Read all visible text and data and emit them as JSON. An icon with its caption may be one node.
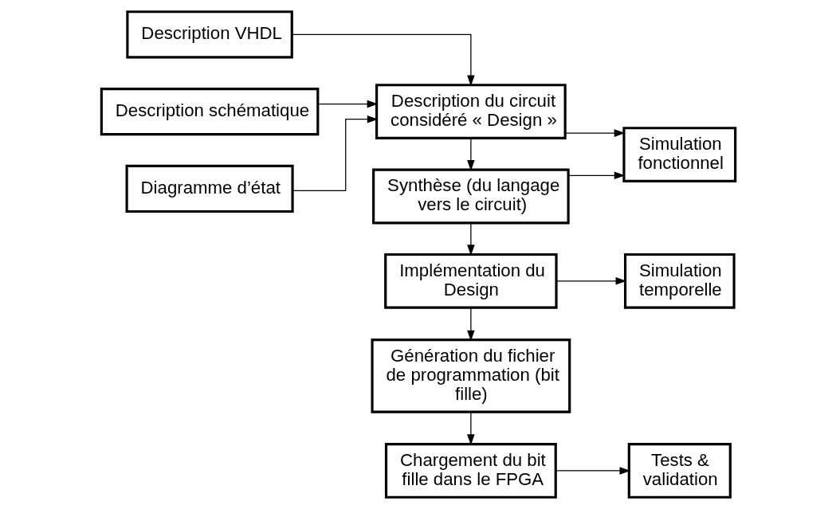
{
  "diagram": {
    "nodes": [
      {
        "text": [
          "Description VHDL"
        ]
      },
      {
        "text": [
          "Description schématique"
        ]
      },
      {
        "text": [
          "Diagramme d’état"
        ]
      },
      {
        "text": [
          "Description du circuit considéré « Design »"
        ]
      },
      {
        "text": [
          "Simulation fonctionnel"
        ]
      },
      {
        "text": [
          "Synthèse (du langage vers le circuit)"
        ]
      },
      {
        "text": [
          "Implémentation du Design"
        ]
      },
      {
        "text": [
          "Simulation temporelle"
        ]
      },
      {
        "text": [
          "Génération du fichier de programmation (bit fille)"
        ]
      },
      {
        "text": [
          "Chargement du bit fille dans le FPGA"
        ]
      },
      {
        "text": [
          "Tests & validation"
        ]
      }
    ],
    "edges": [
      {
        "from": 0,
        "to": 3,
        "arrow": "to"
      },
      {
        "from": 1,
        "to": 3,
        "arrow": "to"
      },
      {
        "from": 2,
        "to": 3,
        "arrow": "to"
      },
      {
        "from": 3,
        "to": 4,
        "arrow": "to"
      },
      {
        "from": 3,
        "to": 5,
        "arrow": "to"
      },
      {
        "from": 5,
        "to": 4,
        "arrow": "to"
      },
      {
        "from": 5,
        "to": 6,
        "arrow": "to"
      },
      {
        "from": 6,
        "to": 7,
        "arrow": "to"
      },
      {
        "from": 6,
        "to": 8,
        "arrow": "to"
      },
      {
        "from": 8,
        "to": 9,
        "arrow": "to"
      },
      {
        "from": 9,
        "to": 10,
        "arrow": "to"
      }
    ]
  }
}
